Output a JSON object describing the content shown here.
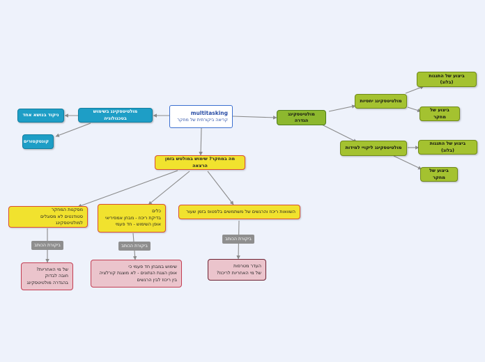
{
  "central": {
    "title": "multitasking",
    "subtitle": "קריאה ביקורתית של מחקר"
  },
  "left": {
    "tech": "מולטיטסקינג בשימוש בטכנולוגיה",
    "single": "ניקוד בנושא אחד",
    "contacts": "קונטקטורים"
  },
  "right": {
    "definition": "מולטיטסקינג הגדרה",
    "simultaneous": "מולטיטסקינג יחסיות",
    "switching": "מולטיטסקינג ליקויי למידות",
    "sim_tasks": "ביצוע של התנגות (בלוג)",
    "sim_research": "ביצוע של מחקר",
    "sw_tasks": "ביצוע של התנגות (בלוג)",
    "sw_research": "ביצוע של מחקר"
  },
  "question": "מה במחקר? שימוש במולטש בזמן הרצאה",
  "findings": [
    "מסקנות המחקר\nסטודנטים לא מסוגלים למולטיטסקינג",
    "כלים\nבדיקת ריכוז - מבחן אמפיריאי\nאופן השימוש - חד פעמי",
    "השוואות ריכוז  והרגשים של משתמשים בלפטופ בזמן שעור"
  ],
  "critique_label": "ביקורת הכותב",
  "critiques": [
    "של מי האחריות?\nחובה לבדוק\nבהגדרה מולטיטסקינג",
    "שימוש במבחן חד פעמי כי\nאופן הצגת הנתונים - לא מוצגת קורלציה\nבין ריכוז לבין הרגשים",
    "העדר מטרפות\nשל מי האחריות לריכוז?"
  ]
}
